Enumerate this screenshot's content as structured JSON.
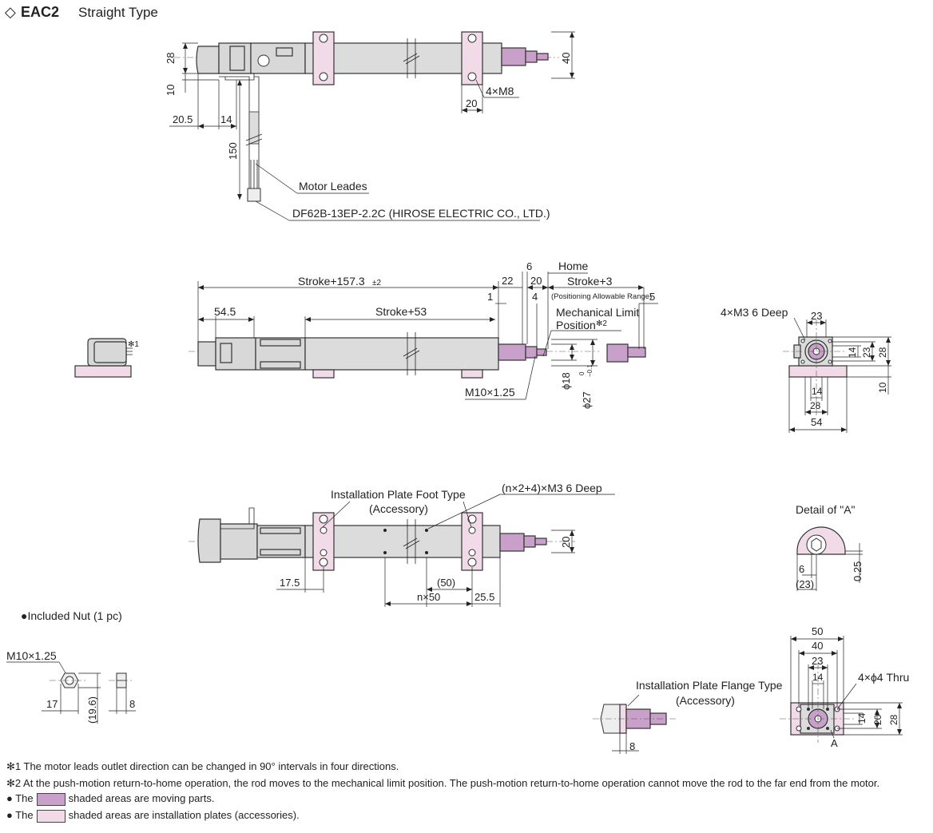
{
  "header": {
    "symbol": "◇",
    "code": "EAC2",
    "title": "Straight Type"
  },
  "top_view": {
    "dims": [
      "28",
      "10",
      "40",
      "20.5",
      "14",
      "150",
      "20",
      "4×M8"
    ],
    "motor_leads": "Motor Leades",
    "connector": "DF62B-13EP-2.2C (HIROSE ELECTRIC CO., LTD.)"
  },
  "side_view": {
    "stroke_total": "Stroke+157.3",
    "stroke_total_tol": "±2",
    "d54_5": "54.5",
    "stroke_53": "Stroke+53",
    "d1": "1",
    "d22": "22",
    "d6": "6",
    "d20": "20",
    "d4": "4",
    "d5": "5",
    "home": "Home",
    "stroke_3": "Stroke+3",
    "positioning": "(Positioning Allowable Range)",
    "mech_limit_1": "Mechanical Limit",
    "mech_limit_2": "Position",
    "mech_limit_mark": "✻2",
    "thread": "M10×1.25",
    "phi18": "ϕ18",
    "phi27": "ϕ27",
    "phi27_tol_top": "0",
    "phi27_tol_bot": "−0.1",
    "note1_mark": "✻1"
  },
  "end_view": {
    "screw": "4×M3 6 Deep",
    "dims": [
      "23",
      "14",
      "23",
      "28",
      "10",
      "14",
      "28",
      "54"
    ]
  },
  "foot_view": {
    "plate_label_1": "Installation Plate Foot Type",
    "plate_label_2": "(Accessory)",
    "holes": "(n×2+4)×M3 6 Deep",
    "d20": "20",
    "d17_5": "17.5",
    "d50": "(50)",
    "n50": "n×50",
    "d25_5": "25.5"
  },
  "detail_a": {
    "title": "Detail of \"A\"",
    "d6": "6",
    "d23": "(23)",
    "d025": "0.25"
  },
  "nut": {
    "title": "●Included Nut (1 pc)",
    "thread": "M10×1.25",
    "d17": "17",
    "d19_6": "(19.6)",
    "d8": "8"
  },
  "flange_view": {
    "label_1": "Installation Plate Flange Type",
    "label_2": "(Accessory)",
    "d8": "8",
    "dims": [
      "50",
      "40",
      "23",
      "14"
    ],
    "holes": "4×ϕ4 Thru",
    "side_dims": [
      "14",
      "20",
      "28"
    ],
    "a": "A"
  },
  "footnotes": {
    "n1": "✻1  The motor leads outlet direction can be changed in 90° intervals in four directions.",
    "n2": "✻2  At the push-motion return-to-home operation, the rod moves to the mechanical limit position. The push-motion return-to-home operation cannot move the rod to the far end from the motor.",
    "moving_pre": "● The",
    "moving_post": "shaded areas are moving parts.",
    "plate_pre": "● The",
    "plate_post": "shaded areas are installation plates (accessories)."
  },
  "colors": {
    "moving": "#c9a0c9",
    "plate": "#f2dbe8",
    "body": "#dcdcdc"
  }
}
